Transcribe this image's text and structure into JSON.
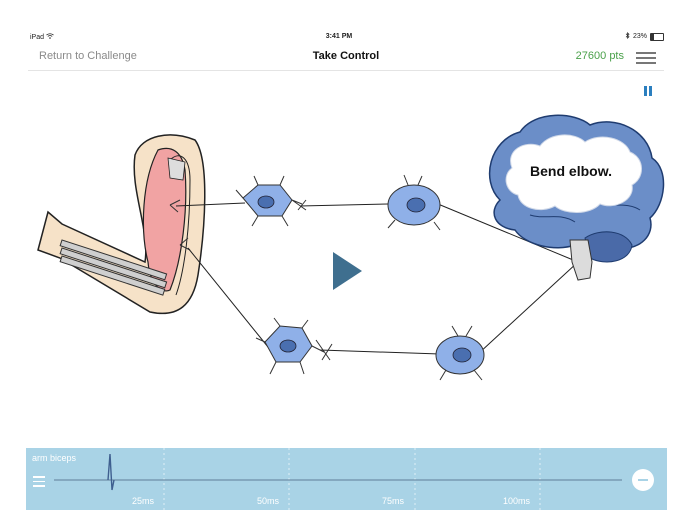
{
  "status_bar": {
    "device": "iPad",
    "time": "3:41 PM",
    "battery_percent": "23%",
    "battery_level": 0.23
  },
  "nav": {
    "back_label": "Return to Challenge",
    "title": "Take Control",
    "points": "27600 pts"
  },
  "scene": {
    "brain_thought": "Bend elbow."
  },
  "timeline": {
    "track_label": "arm biceps",
    "ticks": [
      "25ms",
      "50ms",
      "75ms",
      "100ms"
    ]
  },
  "colors": {
    "accent_blue": "#2b7fbf",
    "points_green": "#4aa14a",
    "timeline_bg": "#a9d3e6",
    "neuron_blue": "#8fb0e8",
    "brain_blue": "#6b8ec8",
    "play_blue": "#3f6f8f",
    "muscle_pink": "#f1a3a3",
    "skin_beige": "#f6e2c8"
  },
  "icons": {
    "wifi": "wifi-icon",
    "bluetooth": "bluetooth-icon",
    "battery": "battery-icon",
    "menu": "hamburger-menu-icon",
    "pause": "pause-icon",
    "play": "play-icon",
    "timeline_menu": "list-icon",
    "timeline_knob": "minus-circle-icon"
  }
}
